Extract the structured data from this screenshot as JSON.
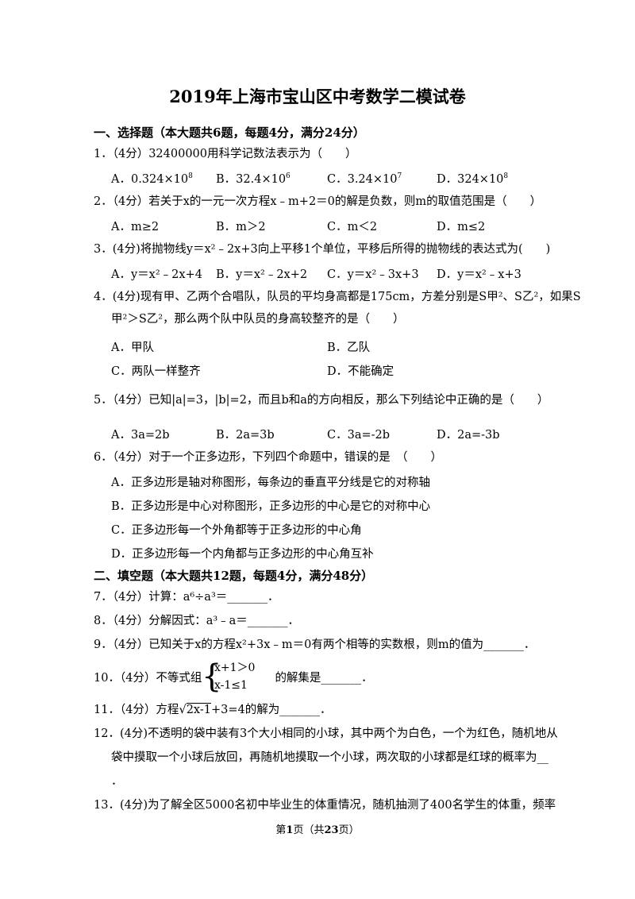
{
  "title": "2019年上海市宝山区中考数学二模试卷",
  "sections": {
    "s1": "一、选择题（本大题共6题，每题4分，满分24分）",
    "s2": "二、填空题（本大题共12题，每题4分，满分48分）"
  },
  "q1": {
    "stem": "1．（4分）32400000用科学记数法表示为（　　）",
    "a": "A．0.324×10",
    "a_exp": "8",
    "b": "B．32.4×10",
    "b_exp": "6",
    "c": "C．3.24×10",
    "c_exp": "7",
    "d": "D．324×10",
    "d_exp": "8"
  },
  "q2": {
    "stem": "2．（4分）若关于x的一元一次方程x﹣m+2＝0的解是负数，则m的取值范围是（　　）",
    "a": "A．m≥2",
    "b": "B．m＞2",
    "c": "C．m＜2",
    "d": "D．m≤2"
  },
  "q3": {
    "stem": "3．(4分)将抛物线y＝x²﹣2x+3向上平移1个单位，平移后所得的抛物线的表达式为(　　)",
    "a": "A．y＝x²﹣2x+4",
    "b": "B．y＝x²﹣2x+2",
    "c": "C．y＝x²﹣3x+3",
    "d": "D．y＝x²﹣x+3"
  },
  "q4": {
    "line1": "4．(4分)现有甲、乙两个合唱队，队员的平均身高都是175cm，方差分别是S甲²、S乙²，如果S",
    "line2": "甲²＞S乙²，那么两个队中队员的身高较整齐的是（　　）",
    "a": "A．甲队",
    "b": "B．乙队",
    "c": "C．两队一样整齐",
    "d": "D．不能确定"
  },
  "q5": {
    "pre": "5．（4分）已知",
    "mid1": "|a|=3，",
    "mid2": "|b|=2，而且",
    "mid3": "b和",
    "mid4": "a的方向相反，那么下列结论中正确的是（　　）",
    "a": "A．3a=2b",
    "b": "B．2a=3b",
    "c": "C．3a=-2b",
    "d": "D．2a=-3b"
  },
  "q6": {
    "stem": "6．（4分）对于一个正多边形，下列四个命题中，错误的是　（　　）",
    "a": "A．正多边形是轴对称图形，每条边的垂直平分线是它的对称轴",
    "b": "B．正多边形是中心对称图形，正多边形的中心是它的对称中心",
    "c": "C．正多边形每一个外角都等于正多边形的中心角",
    "d": "D．正多边形每一个内角都与正多边形的中心角互补"
  },
  "q7": "7．（4分）计算：a⁶÷a³＝_______．",
  "q8": "8．（4分）分解因式：a³﹣a＝_______．",
  "q9": "9．（4分）已知关于x的方程x²+3x﹣m＝0有两个相等的实数根，则m的值为_______．",
  "q10": {
    "pre": "10．（4分）不等式组",
    "r1": "x+1＞0",
    "r2": "x-1≤1",
    "post": "的解集是_______．"
  },
  "q11": {
    "pre": "11．（4分）方程",
    "rad": "2x-1",
    "post": "+3=4的解为_______．"
  },
  "q12": {
    "line1": "12．(4分)不透明的袋中装有3个大小相同的小球，其中两个为白色，一个为红色，随机地从",
    "line2": "袋中摸取一个小球后放回，再随机地摸取一个小球，两次取的小球都是红球的概率为__",
    "line3": "．"
  },
  "q13": "13．(4分)为了解全区5000名初中毕业生的体重情况，随机抽测了400名学生的体重，频率",
  "footer": {
    "pre": "第",
    "page": "1",
    "mid": "页（共",
    "total": "23",
    "post": "页）"
  }
}
